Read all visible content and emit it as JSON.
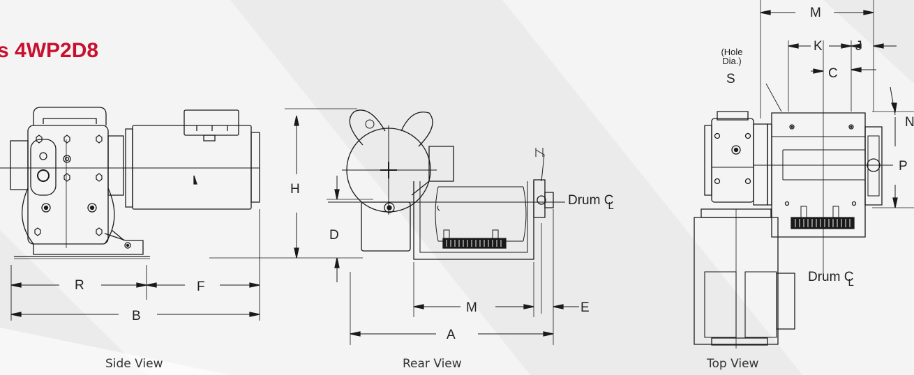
{
  "title": "s 4WP2D8",
  "captions": {
    "side": "Side View",
    "rear": "Rear View",
    "top": "Top View"
  },
  "side_labels": {
    "R": "R",
    "F": "F",
    "B": "B"
  },
  "rear_labels": {
    "H": "H",
    "D": "D",
    "M": "M",
    "A": "A",
    "E": "E",
    "drum": "Drum C",
    "drum_sub": "L"
  },
  "top_labels": {
    "M": "M",
    "K": "K",
    "J": "J",
    "C": "C",
    "hole1": "(Hole",
    "hole2": "Dia.)",
    "S": "S",
    "N": "N",
    "P": "P",
    "drum": "Drum C",
    "drum_sub": "L"
  },
  "colors": {
    "title": "#c8102e",
    "line": "#1a1a1a",
    "background": "#f4f4f5"
  }
}
